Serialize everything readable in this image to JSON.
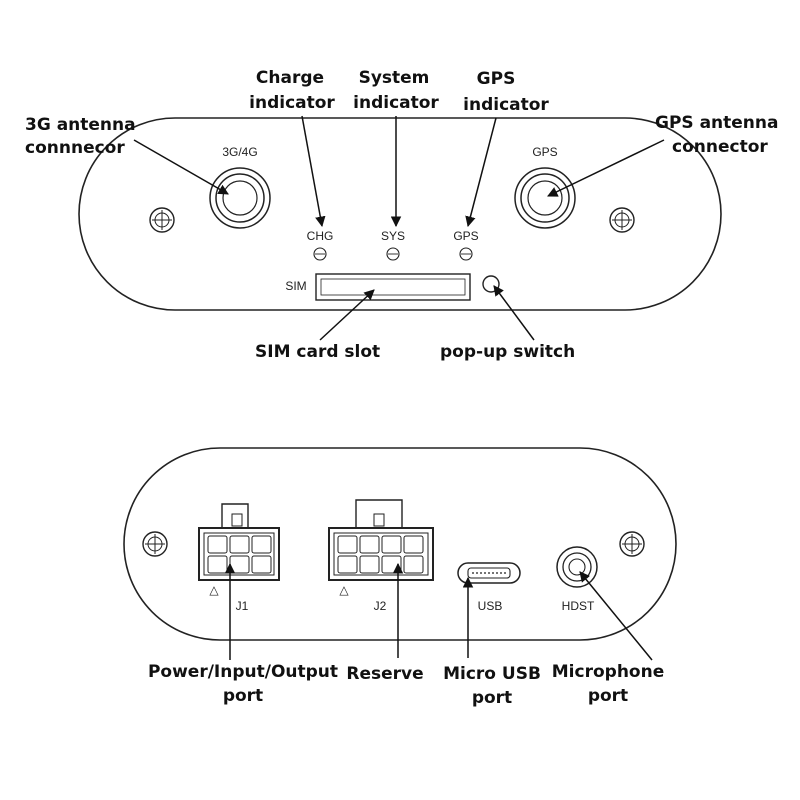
{
  "front_panel": {
    "labels": {
      "antenna_3g_4g": "3G/4G",
      "gps_antenna": "GPS",
      "chg": "CHG",
      "sys": "SYS",
      "gps": "GPS",
      "sim": "SIM"
    },
    "callouts": {
      "charge_line1": "Charge",
      "charge_line2": "indicator",
      "system_line1": "System",
      "system_line2": "indicator",
      "gps_line1": "GPS",
      "gps_line2": "indicator",
      "antenna3g_line1": "3G antenna",
      "antenna3g_line2": "connnecor",
      "gps_antenna_line1": "GPS antenna",
      "gps_antenna_line2": "connector",
      "sim_slot": "SIM card slot",
      "popup_switch": "pop-up switch"
    }
  },
  "back_panel": {
    "labels": {
      "j1": "J1",
      "j2": "J2",
      "usb": "USB",
      "hdst": "HDST",
      "j1_marker": "△",
      "j2_marker": "△"
    },
    "callouts": {
      "power_line1": "Power/Input/Output",
      "power_line2": "port",
      "reserve": "Reserve",
      "usb_line1": "Micro USB",
      "usb_line2": "port",
      "mic_line1": "Microphone",
      "mic_line2": "port"
    }
  }
}
